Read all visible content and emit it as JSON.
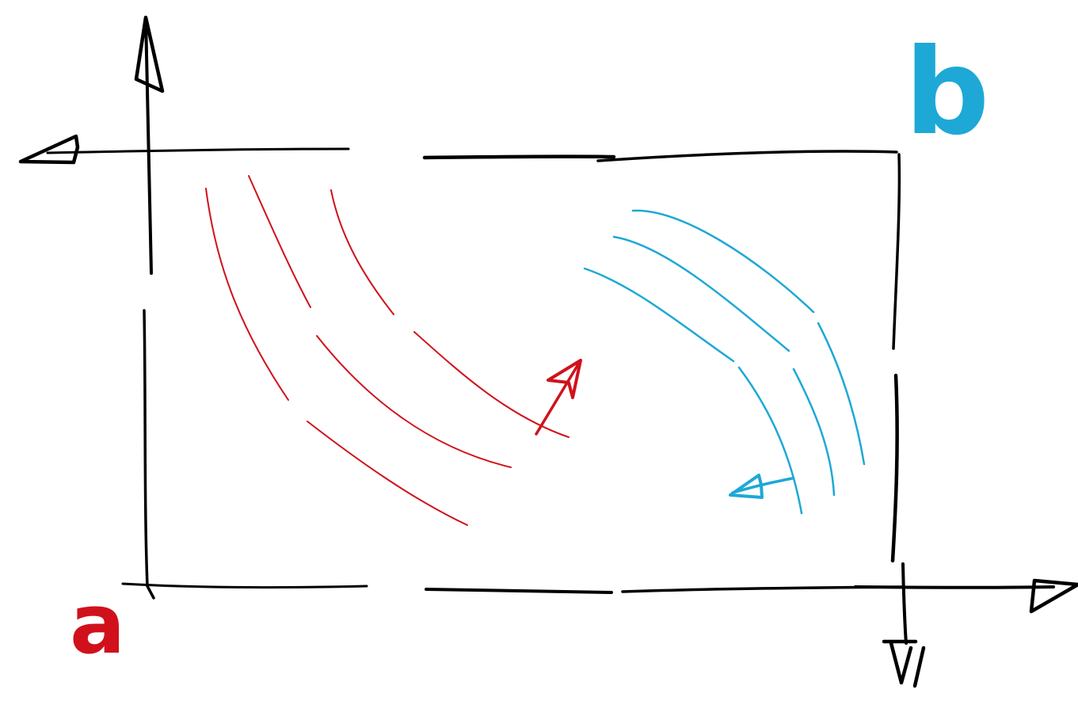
{
  "corner_labels": {
    "a": {
      "text": "a",
      "color": "#d0111b"
    },
    "b": {
      "text": "b",
      "color": "#1ea8d6"
    }
  },
  "colors": {
    "frame": "#000000",
    "flow_from_a": "#d0111b",
    "flow_from_b": "#1ea8d6"
  },
  "arrows": {
    "axis_up_left": "arrow-up",
    "axis_left_top": "arrow-left",
    "axis_right_bottom": "arrow-right",
    "axis_down_right": "arrow-down",
    "flow_red": "arrow-up-right",
    "flow_cyan": "arrow-down-left"
  }
}
